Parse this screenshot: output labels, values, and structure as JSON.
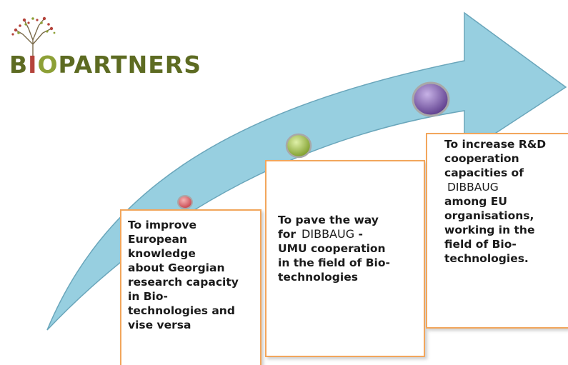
{
  "logo": {
    "text_pre": "B",
    "text_o": "I",
    "text_o2": "O",
    "text_post": "PARTNERS"
  },
  "colors": {
    "arrow_fill": "#97cfe0",
    "arrow_stroke": "#5f9cb2",
    "box_border": "#f2a65c",
    "dot_red": "#d9535c",
    "dot_green": "#9bbb3c",
    "dot_purple": "#7d5aa8",
    "logo_text": "#5d6b22"
  },
  "steps": [
    {
      "dot_color": "red",
      "lines": [
        "To improve",
        "European",
        "knowledge",
        "about Georgian",
        "research capacity",
        "in Bio-",
        "technologies and",
        "vise versa"
      ]
    },
    {
      "dot_color": "green",
      "line1": "To pave the way",
      "line2_prefix": "for",
      "acronym": "DIBBAUG",
      "line2_suffix": "-",
      "lines_after": [
        "UMU cooperation",
        "in the field of Bio-",
        "technologies"
      ]
    },
    {
      "dot_color": "purple",
      "lines_before": [
        "To increase R&D",
        "cooperation",
        "capacities of"
      ],
      "acronym": "DIBBAUG",
      "lines_after": [
        "among EU",
        "organisations,",
        "working in the",
        "field of Bio-",
        "technologies."
      ]
    }
  ]
}
